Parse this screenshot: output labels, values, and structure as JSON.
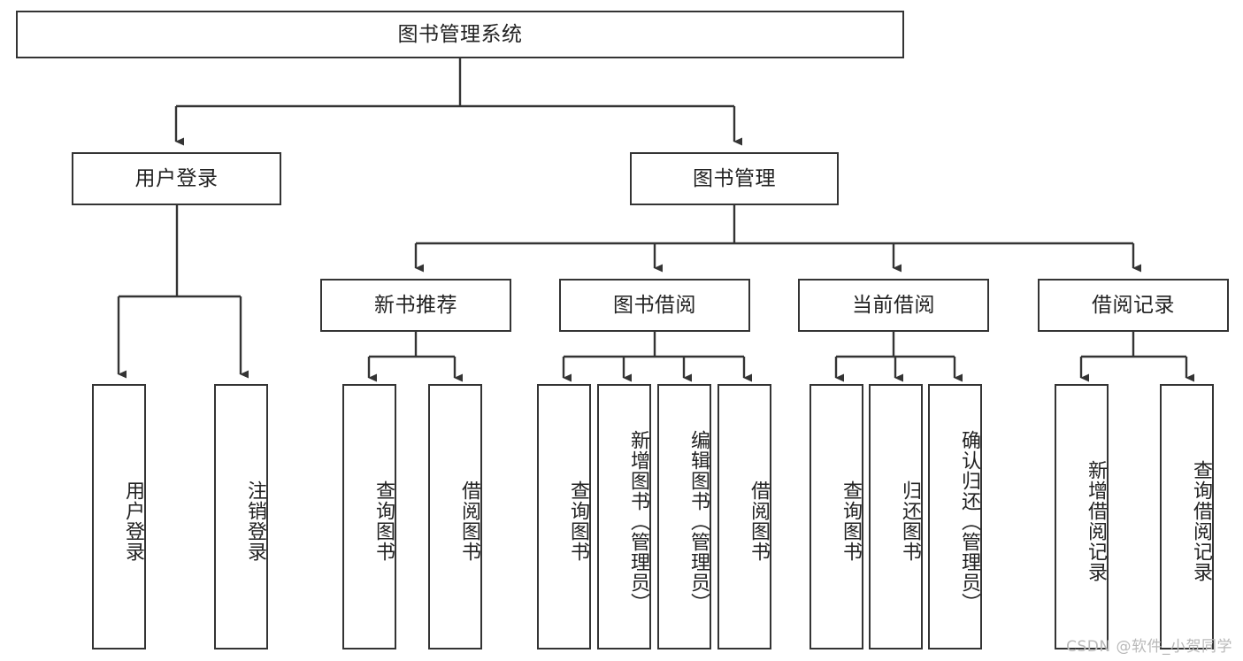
{
  "diagram": {
    "title": "图书管理系统",
    "type": "tree-hierarchy",
    "stroke_color": "#343434",
    "background_color": "#ffffff",
    "text_color": "#222222"
  },
  "root": {
    "label": "图书管理系统"
  },
  "level1": [
    {
      "label": "用户登录"
    },
    {
      "label": "图书管理"
    }
  ],
  "level2": [
    {
      "label": "新书推荐"
    },
    {
      "label": "图书借阅"
    },
    {
      "label": "当前借阅"
    },
    {
      "label": "借阅记录"
    }
  ],
  "leaves": {
    "user_login": [
      {
        "label": "用户登录"
      },
      {
        "label": "注销登录"
      }
    ],
    "new_book_recommend": [
      {
        "label": "查询图书"
      },
      {
        "label": "借阅图书"
      }
    ],
    "book_borrow": [
      {
        "label": "查询图书"
      },
      {
        "label": "新增图书（管理员）"
      },
      {
        "label": "编辑图书（管理员）"
      },
      {
        "label": "借阅图书"
      }
    ],
    "current_borrow": [
      {
        "label": "查询图书"
      },
      {
        "label": "归还图书"
      },
      {
        "label": "确认归还（管理员）"
      }
    ],
    "borrow_record": [
      {
        "label": "新增借阅记录"
      },
      {
        "label": "查询借阅记录"
      }
    ]
  },
  "watermark": {
    "text": "CSDN @软件_小贺同学"
  }
}
